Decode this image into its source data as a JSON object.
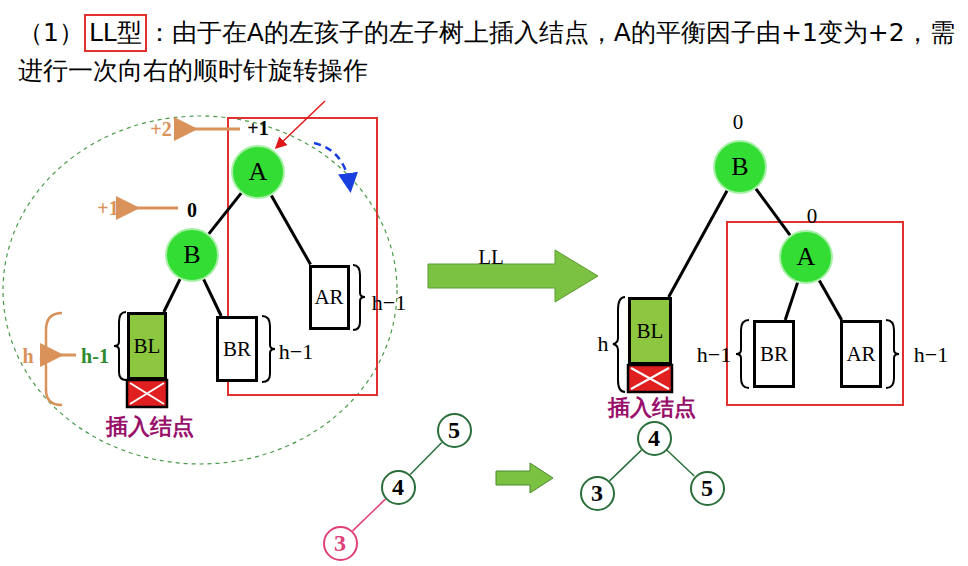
{
  "diagram": {
    "nodes": [
      {
        "text": [
          "LL型"
        ]
      },
      {
        "text": [
          "A"
        ]
      },
      {
        "text": [
          "B"
        ]
      },
      {
        "text": [
          "BL"
        ]
      },
      {
        "text": [
          "BR"
        ]
      },
      {
        "text": [
          "AR"
        ]
      },
      {
        "text": [
          "B"
        ]
      },
      {
        "text": [
          "A"
        ]
      },
      {
        "text": [
          "BL"
        ]
      },
      {
        "text": [
          "BR"
        ]
      },
      {
        "text": [
          "AR"
        ]
      },
      {
        "text": [
          "5"
        ]
      },
      {
        "text": [
          "4"
        ]
      },
      {
        "text": [
          "3"
        ]
      },
      {
        "text": [
          "4"
        ]
      },
      {
        "text": [
          "3"
        ]
      },
      {
        "text": [
          "5"
        ]
      }
    ],
    "edges": [
      {
        "from": 1,
        "to": 2,
        "arrow": "none"
      },
      {
        "from": 1,
        "to": 5,
        "arrow": "none"
      },
      {
        "from": 2,
        "to": 3,
        "arrow": "none"
      },
      {
        "from": 2,
        "to": 4,
        "arrow": "none"
      },
      {
        "from": 6,
        "to": 8,
        "arrow": "none"
      },
      {
        "from": 6,
        "to": 7,
        "arrow": "none"
      },
      {
        "from": 7,
        "to": 9,
        "arrow": "none"
      },
      {
        "from": 7,
        "to": 10,
        "arrow": "none"
      },
      {
        "from": 11,
        "to": 12,
        "arrow": "none"
      },
      {
        "from": 12,
        "to": 13,
        "arrow": "none"
      },
      {
        "from": 14,
        "to": 15,
        "arrow": "none"
      },
      {
        "from": 14,
        "to": 16,
        "arrow": "none"
      }
    ],
    "labels": [
      "（1）",
      "：由于在A的左孩子的左子树上插入结点，A的平衡因子由+1变为+2，需进行一次向右的顺时针旋转操作",
      "+2",
      "+1",
      "+1",
      "0",
      "h",
      "h-1",
      "h−1",
      "h−1",
      "插入结点",
      "LL",
      "0",
      "0",
      "h",
      "h−1",
      "h−1",
      "插入结点"
    ]
  }
}
